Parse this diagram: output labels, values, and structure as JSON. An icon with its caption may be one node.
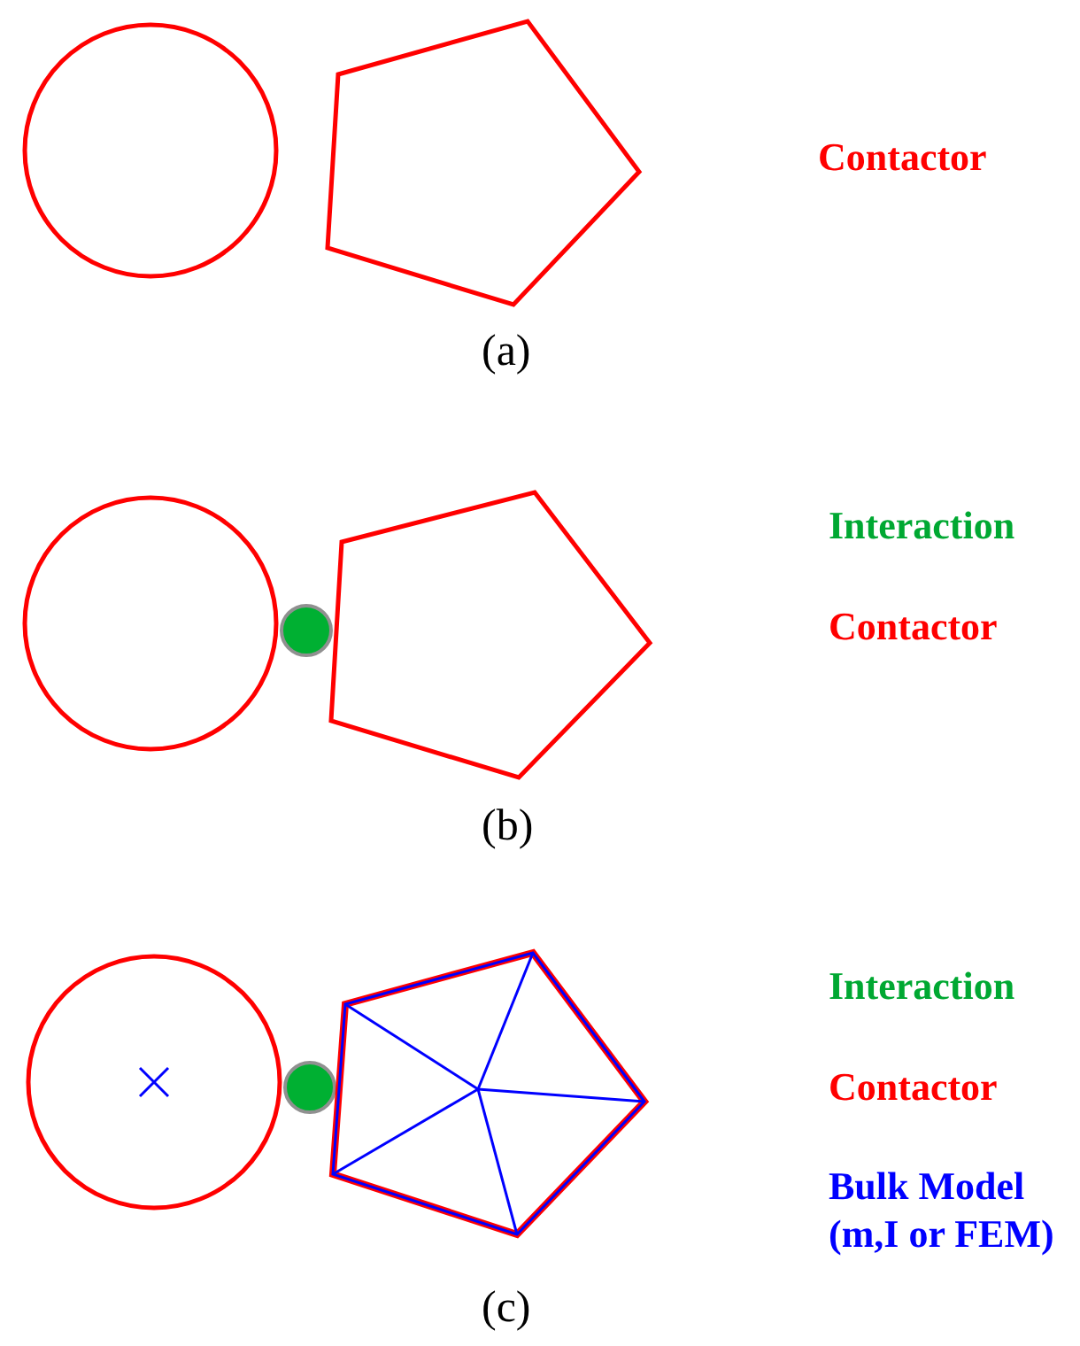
{
  "diagram": {
    "labels": [
      "Contactor",
      "(a)",
      "Interaction",
      "Contactor",
      "(b)",
      "Interaction",
      "Contactor",
      "Bulk Model (m,I or FEM)",
      "(c)"
    ]
  }
}
